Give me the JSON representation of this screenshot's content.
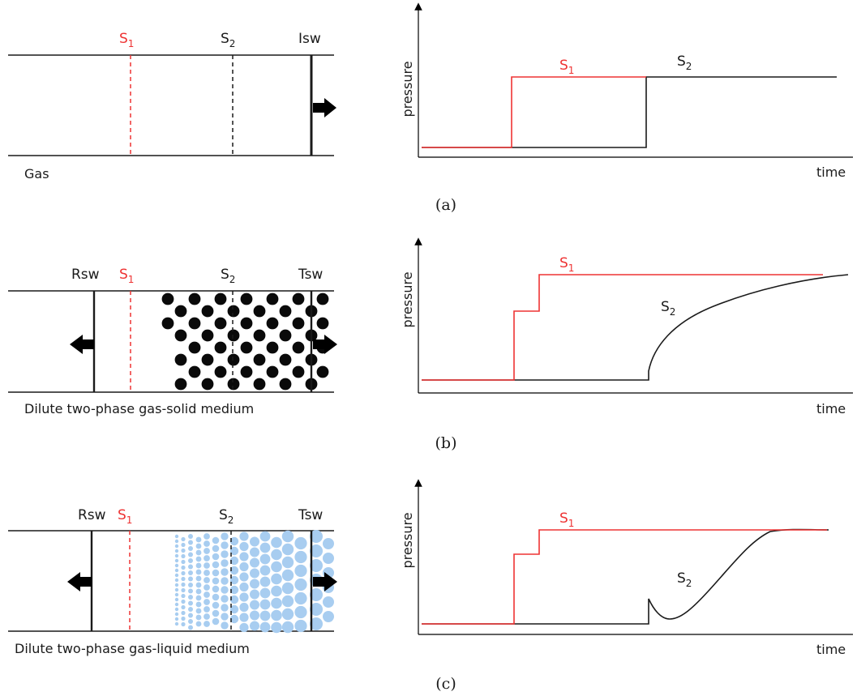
{
  "colors": {
    "red": "#ee3333",
    "black": "#1a1a1a",
    "particle": "#0a0a0a",
    "droplet": "#a8cdf0"
  },
  "sensors": {
    "s1": "S",
    "s1_sub": "1",
    "s2": "S",
    "s2_sub": "2"
  },
  "panels": [
    {
      "id": "a",
      "caption": "(a)",
      "medium": "Gas",
      "right_wave": "Isw",
      "left_wave": "",
      "plot": {
        "ylabel": "pressure",
        "xlabel": "time"
      }
    },
    {
      "id": "b",
      "caption": "(b)",
      "medium": "Dilute two-phase gas-solid medium",
      "right_wave": "Tsw",
      "left_wave": "Rsw",
      "plot": {
        "ylabel": "pressure",
        "xlabel": "time"
      }
    },
    {
      "id": "c",
      "caption": "(c)",
      "medium": "Dilute two-phase gas-liquid medium",
      "right_wave": "Tsw",
      "left_wave": "Rsw",
      "plot": {
        "ylabel": "pressure",
        "xlabel": "time"
      }
    }
  ]
}
